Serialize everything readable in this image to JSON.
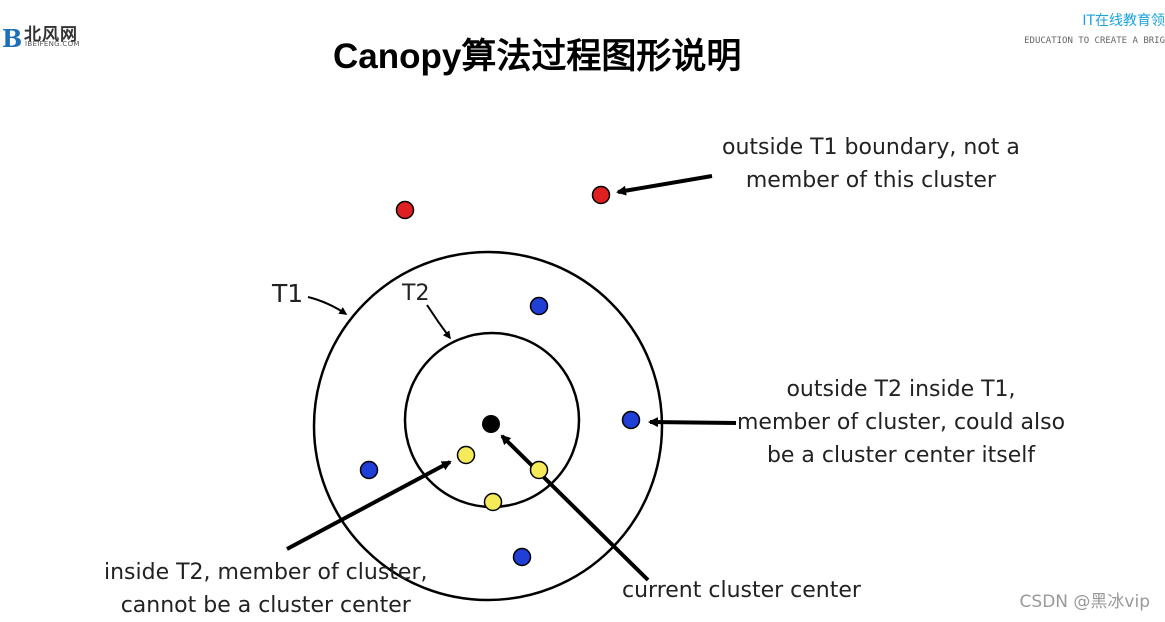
{
  "header": {
    "title": "Canopy算法过程图形说明",
    "logo_mark": "B",
    "logo_cn": "北风网",
    "logo_en": "IBEIFENG.COM",
    "brand_cn": "IT在线教育领",
    "brand_en": "EDUCATION TO CREATE A BRIG"
  },
  "diagram": {
    "label_t1": "T1",
    "label_t2": "T2",
    "annotation_outside_t1_line1": "outside T1 boundary, not a",
    "annotation_outside_t1_line2": "member of this cluster",
    "annotation_between_line1": "outside T2 inside T1,",
    "annotation_between_line2": "member of cluster, could also",
    "annotation_between_line3": "be a cluster center itself",
    "annotation_inside_t2_line1": "inside T2, member of cluster,",
    "annotation_inside_t2_line2": "cannot be a cluster center",
    "annotation_center": "current cluster center",
    "colors": {
      "outside": "#e02020",
      "between": "#1f3fd6",
      "inside": "#f5ea5a",
      "center": "#000000",
      "line": "#000000"
    }
  },
  "footer": {
    "watermark": "CSDN @黑冰vip"
  }
}
